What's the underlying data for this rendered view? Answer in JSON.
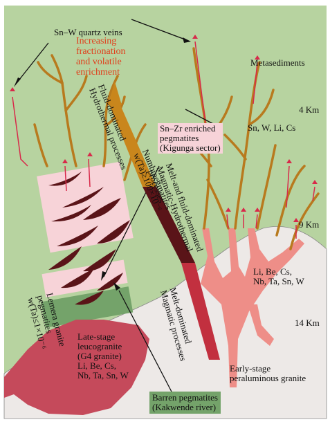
{
  "labels": {
    "sn_w_veins": "Sn–W quartz veins",
    "increasing": "Increasing\nfractionation\nand volatile\nenrichment",
    "metasediments": "Metasediments",
    "depth_4": "4 Km",
    "depth_9": "9 Km",
    "depth_14": "14 Km",
    "sn_w_li_cs": "Sn, W, Li, Cs",
    "sn_zr": "Sn–Zr enriched\npegmatites\n(Kigunga sector)",
    "li_be_upper": "Li, Be, Cs,\nNb, Ta, Sn, W",
    "late_stage": "Late-stage\nleucogranite\n(G4 granite)\nLi, Be, Cs,\nNb, Ta, Sn, W",
    "early_stage": "Early-stage\nperaluminous granite",
    "barren": "Barren pegmatites\n(Kakwende river)",
    "fluid_dominated": "Fluid-dominated\nHydrothermal processes",
    "numbi": "Numbipegmatites\nw(Ta)≥100×10⁻⁶",
    "melt_fluid": "Melt-and fluid-dominated\nMagmatic-Hydrothermal\nprocesses",
    "melt_dominated": "Melt-dominated\nMagmatic processes",
    "lemera": "Lemera granite\npegmatites\nw(Ta)≤1×10⁻⁶"
  },
  "colors": {
    "background": "#b7d3a0",
    "granite_early": "#ee8e88",
    "granite_late": "#c54a5b",
    "veins": "#b87a1e",
    "pegmatite_dark": "#5a1418",
    "pink_band": "#f7d3d8",
    "green_band": "#74a36a",
    "arrow_top": "#c9861c",
    "arrow_mid": "#5a1418",
    "arrow_bottom": "#c2303f",
    "red_text": "#e0401d"
  }
}
